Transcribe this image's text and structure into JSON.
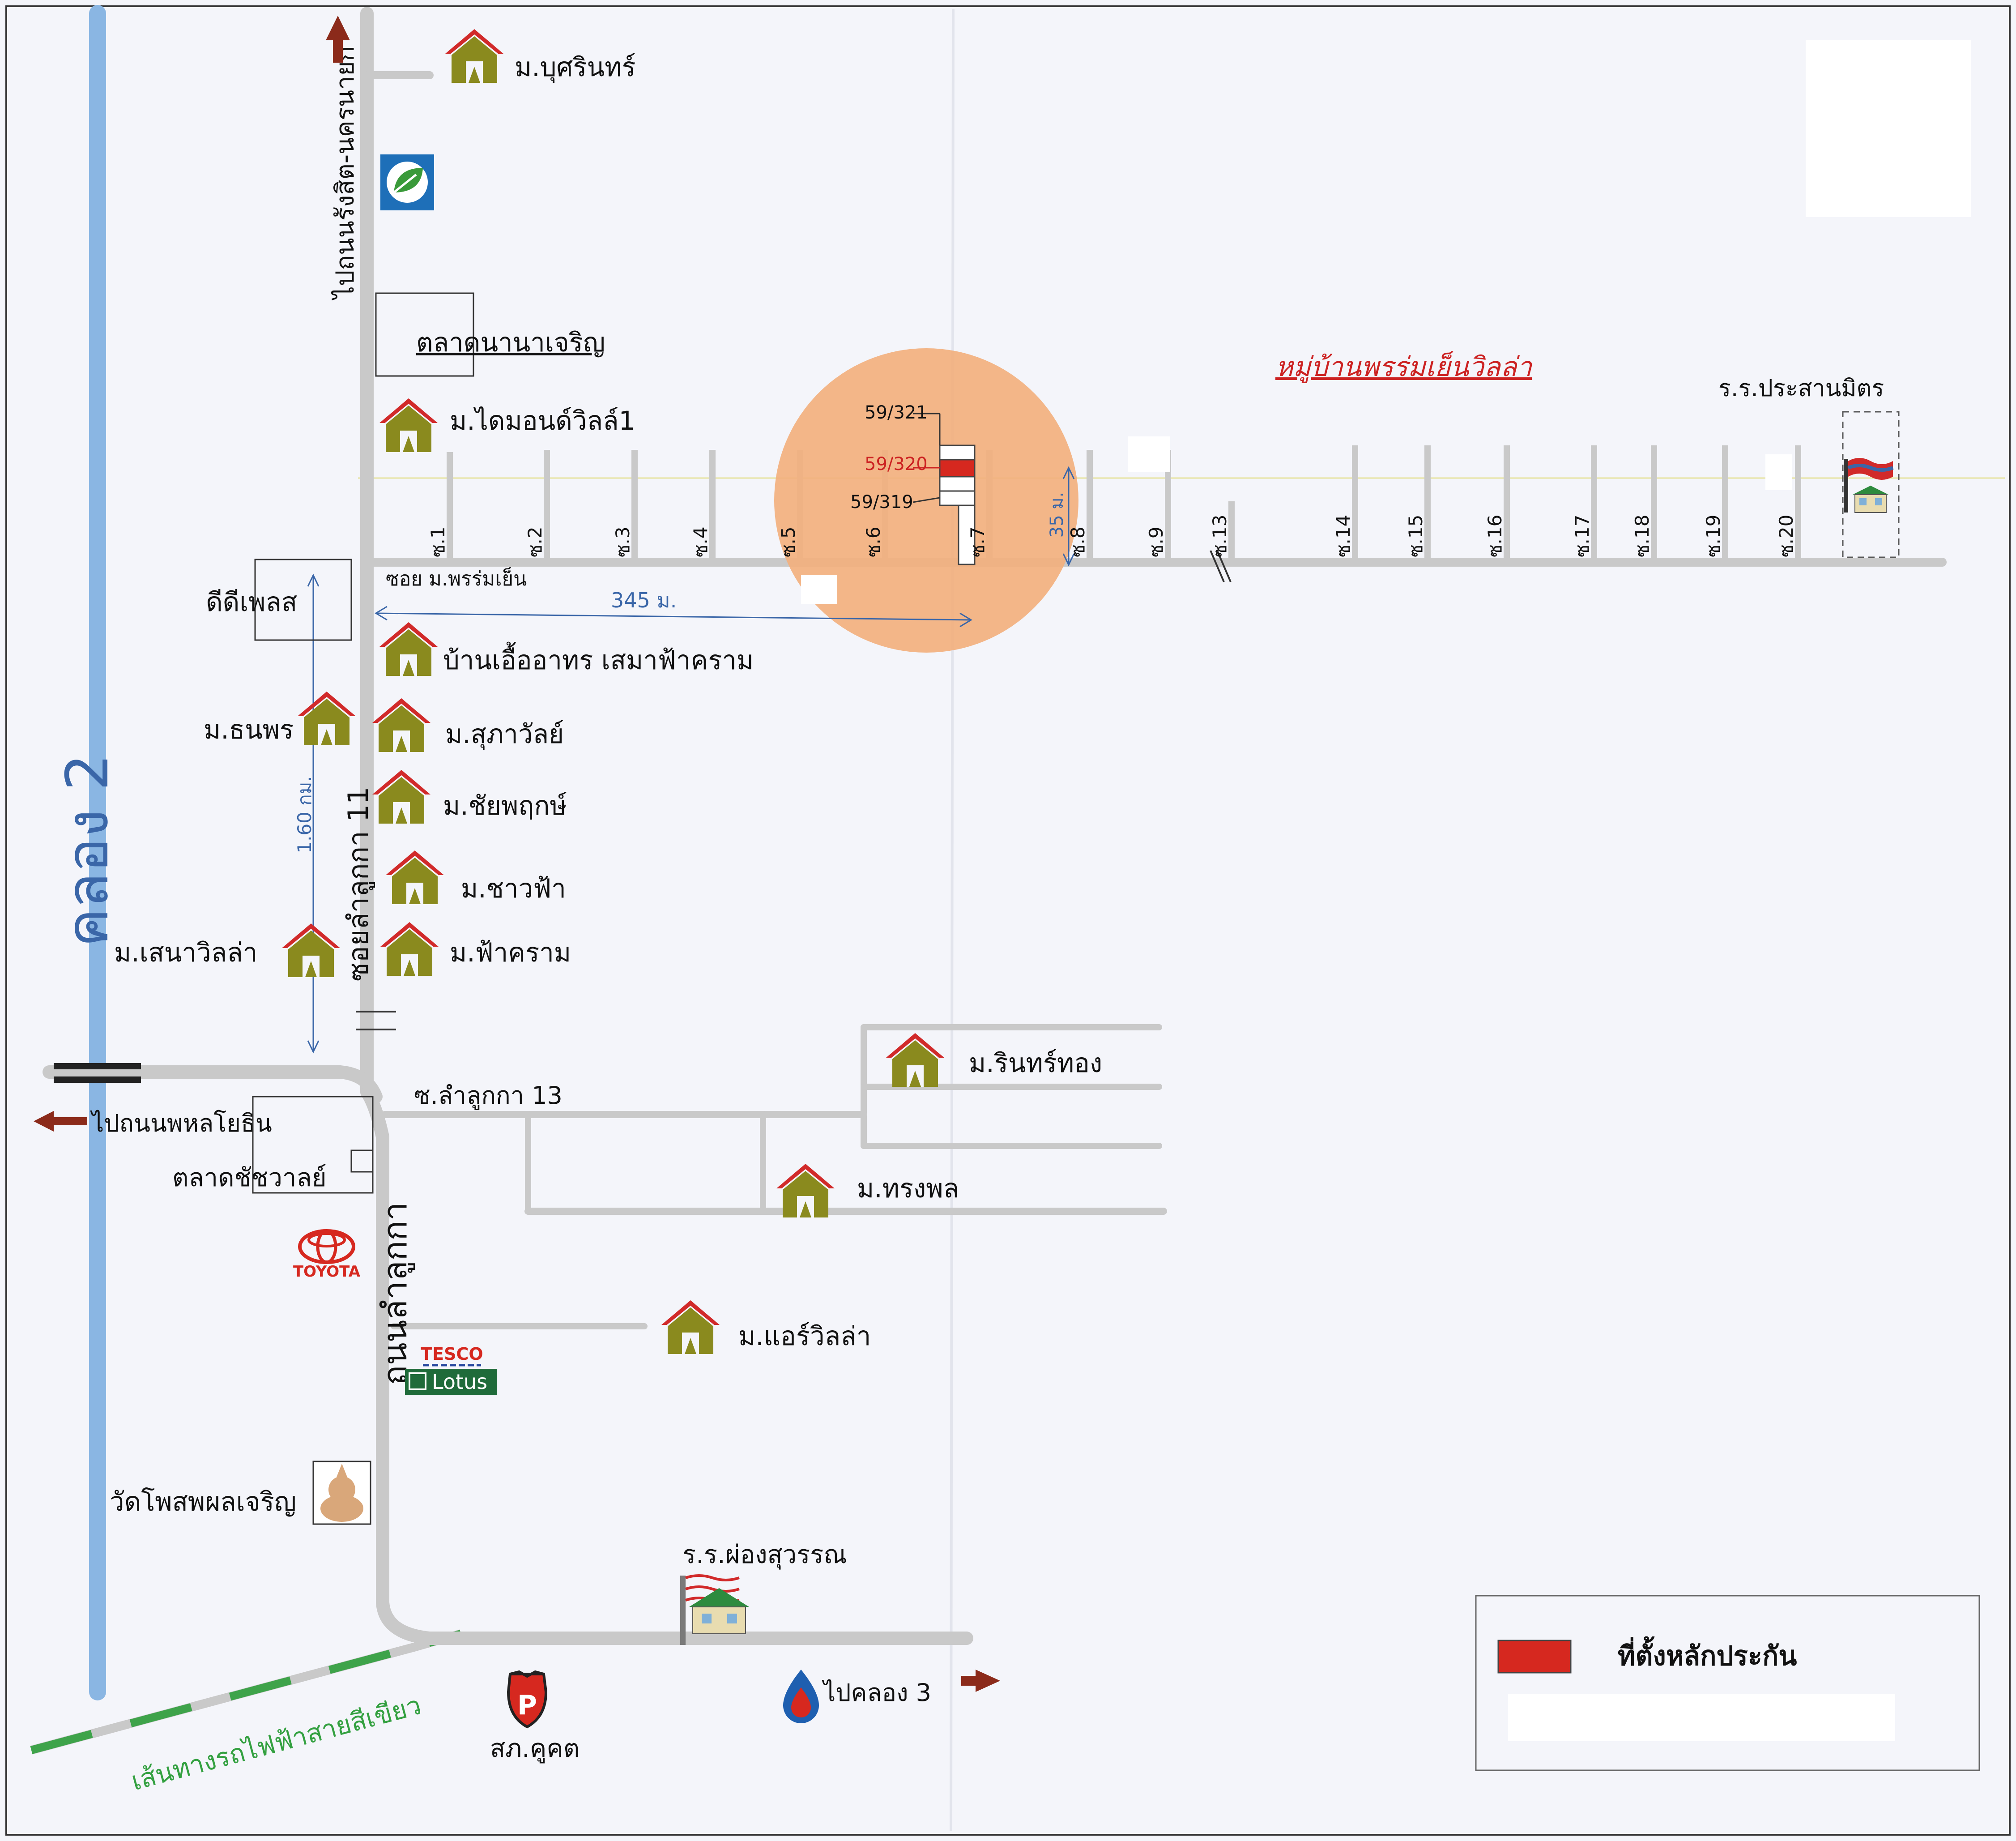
{
  "colors": {
    "background": "#f4f5fa",
    "road": "#c9c9c9",
    "canal": "#8ab6e3",
    "railway": "#3ea34a",
    "house_roof": "#d12a2a",
    "house_body": "#8a8a1e",
    "highlight_circle": "#f2b07e",
    "collateral_red": "#d6281f",
    "arrow": "#8b2a1a",
    "text": "#111111",
    "red_text": "#cc2222",
    "blue_text": "#3a66a8",
    "green_text": "#33a040"
  },
  "canal": {
    "label": "คลอง 2"
  },
  "roads": {
    "rangsit_nakhonnayok": "ไปถนนรังสิต-นครนายก",
    "lamlukka_11": "ซอยลำลูกกา 11",
    "lamlukka_main": "ถนนลำลูกกา",
    "lamlukka_13": "ซ.ลำลูกกา 13",
    "soi_phromyen": "ซอย ม.พรร่มเย็น",
    "to_phahonyothin": "ไปถนนพหลโยธิน",
    "to_khlong3": "ไปคลอง 3",
    "green_line": "เส้นทางรถไฟฟ้าสายสีเขียว"
  },
  "distances": {
    "soi_length": "345 ม.",
    "vertical": "1.60 กม.",
    "depth": "35 ม."
  },
  "village_title": "หมู่บ้านพรร่มเย็นวิลล่า",
  "plots": {
    "top": "59/321",
    "selected": "59/320",
    "bottom": "59/319"
  },
  "sois": [
    {
      "label": "ซ.1"
    },
    {
      "label": "ซ.2"
    },
    {
      "label": "ซ.3"
    },
    {
      "label": "ซ.4"
    },
    {
      "label": "ซ.5"
    },
    {
      "label": "ซ.6"
    },
    {
      "label": "ซ.7"
    },
    {
      "label": "ซ.8"
    },
    {
      "label": "ซ.9"
    },
    {
      "label": "ซ.13"
    },
    {
      "label": "ซ.14"
    },
    {
      "label": "ซ.15"
    },
    {
      "label": "ซ.16"
    },
    {
      "label": "ซ.17"
    },
    {
      "label": "ซ.18"
    },
    {
      "label": "ซ.19"
    },
    {
      "label": "ซ.20"
    }
  ],
  "places": {
    "busarin": "ม.บุศรินทร์",
    "nana_market": "ตลาดนานาเจริญ",
    "diamond_ville": "ม.ไดมอนด์วิลล์1",
    "dd_place": "ดีดีเพลส",
    "baan_uea": "บ้านเอื้ออาทร เสมาฟ้าคราม",
    "thanaporn": "ม.ธนพร",
    "supawan": "ม.สุภาวัลย์",
    "chaiyaphruek": "ม.ชัยพฤกษ์",
    "chaofa": "ม.ชาวฟ้า",
    "sena_villa": "ม.เสนาวิลล่า",
    "fakram": "ม.ฟ้าคราม",
    "rinthong": "ม.รินทร์ทอง",
    "songphon": "ม.ทรงพล",
    "chatchawan_market": "ตลาดชัชวาลย์",
    "air_villa": "ม.แอร์วิลล่า",
    "wat": "วัดโพสพผลเจริญ",
    "school_phong": "ร.ร.ผ่องสุวรรณ",
    "police": "สภ.คูคต",
    "school_prasan": "ร.ร.ประสานมิตร"
  },
  "brands": {
    "toyota": "TOYOTA",
    "tesco": "TESCO",
    "lotus": "Lotus"
  },
  "legend": {
    "label": "ที่ตั้งหลักประกัน"
  }
}
